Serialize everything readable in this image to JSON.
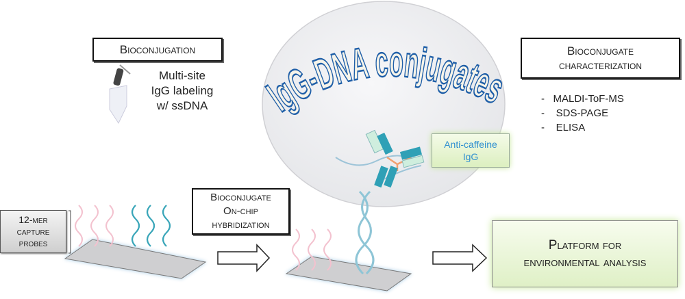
{
  "title": "IgG-DNA conjugates",
  "bioconjugation": {
    "label": "Bioconjugation",
    "description": "Multi-site IgG labeling w/ ssDNA"
  },
  "characterization": {
    "label": "Bioconjugate characterization",
    "methods": [
      "MALDI-ToF-MS",
      "SDS-PAGE",
      "ELISA"
    ]
  },
  "antibody_label": "Anti-caffeine IgG",
  "capture_probes_label": "12-mer capture probes",
  "hybridization_label": "Bioconjugate On-chip hybridization",
  "platform_label": "Platform for environmental analysis",
  "colors": {
    "title_outline": "#1f5fa8",
    "dna_teal": "#3aa6b9",
    "probe_pink": "#f3c2cf",
    "green_box": "#e4f4c8"
  }
}
